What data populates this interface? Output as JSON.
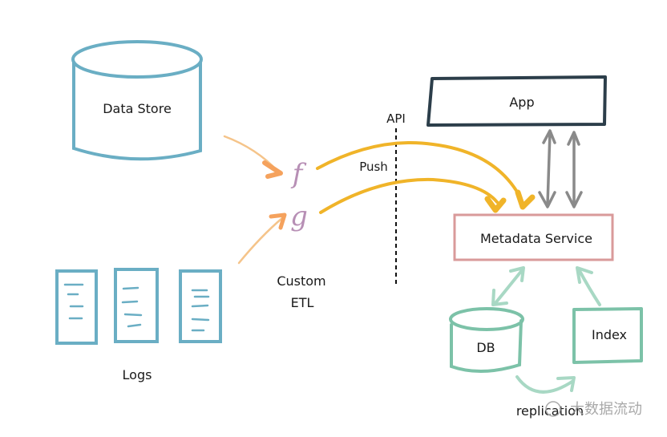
{
  "diagram": {
    "nodes": {
      "data_store": {
        "label": "Data Store",
        "shape": "cylinder",
        "color": "#6aaec4"
      },
      "logs": {
        "label": "Logs",
        "shape": "documents",
        "count": 3,
        "color": "#6aaec4"
      },
      "func_f": {
        "label": "f",
        "color": "#b78fb5"
      },
      "func_g": {
        "label": "g",
        "color": "#b78fb5"
      },
      "custom_etl": {
        "label_line1": "Custom",
        "label_line2": "ETL"
      },
      "api": {
        "label": "API"
      },
      "push": {
        "label": "Push"
      },
      "app": {
        "label": "App",
        "shape": "rectangle",
        "color": "#2c3e4a"
      },
      "metadata_service": {
        "label": "Metadata Service",
        "shape": "rectangle",
        "color": "#d99a9a"
      },
      "db": {
        "label": "DB",
        "shape": "cylinder",
        "color": "#7cc2a8"
      },
      "index": {
        "label": "Index",
        "shape": "rectangle",
        "color": "#7cc2a8"
      },
      "replication": {
        "label": "replication"
      }
    },
    "edges": [
      {
        "from": "data_store",
        "to": "func_f",
        "color": "#f5a25d"
      },
      {
        "from": "logs",
        "to": "func_g",
        "color": "#f5a25d"
      },
      {
        "from": "func_f",
        "to": "metadata_service",
        "label": "Push",
        "color": "#f0b429"
      },
      {
        "from": "func_g",
        "to": "metadata_service",
        "color": "#f0b429"
      },
      {
        "from": "app",
        "to": "metadata_service",
        "bidirectional": true,
        "color": "#8a8a8a"
      },
      {
        "from": "app",
        "to": "metadata_service",
        "bidirectional": true,
        "color": "#8a8a8a"
      },
      {
        "from": "db",
        "to": "metadata_service",
        "bidirectional": true,
        "color": "#a8d8c4"
      },
      {
        "from": "index",
        "to": "metadata_service",
        "color": "#a8d8c4"
      },
      {
        "from": "db",
        "to": "index",
        "label": "replication",
        "color": "#a8d8c4"
      }
    ],
    "divider": {
      "label": "API",
      "style": "dashed"
    }
  },
  "watermark": {
    "text": "大数据流动"
  }
}
